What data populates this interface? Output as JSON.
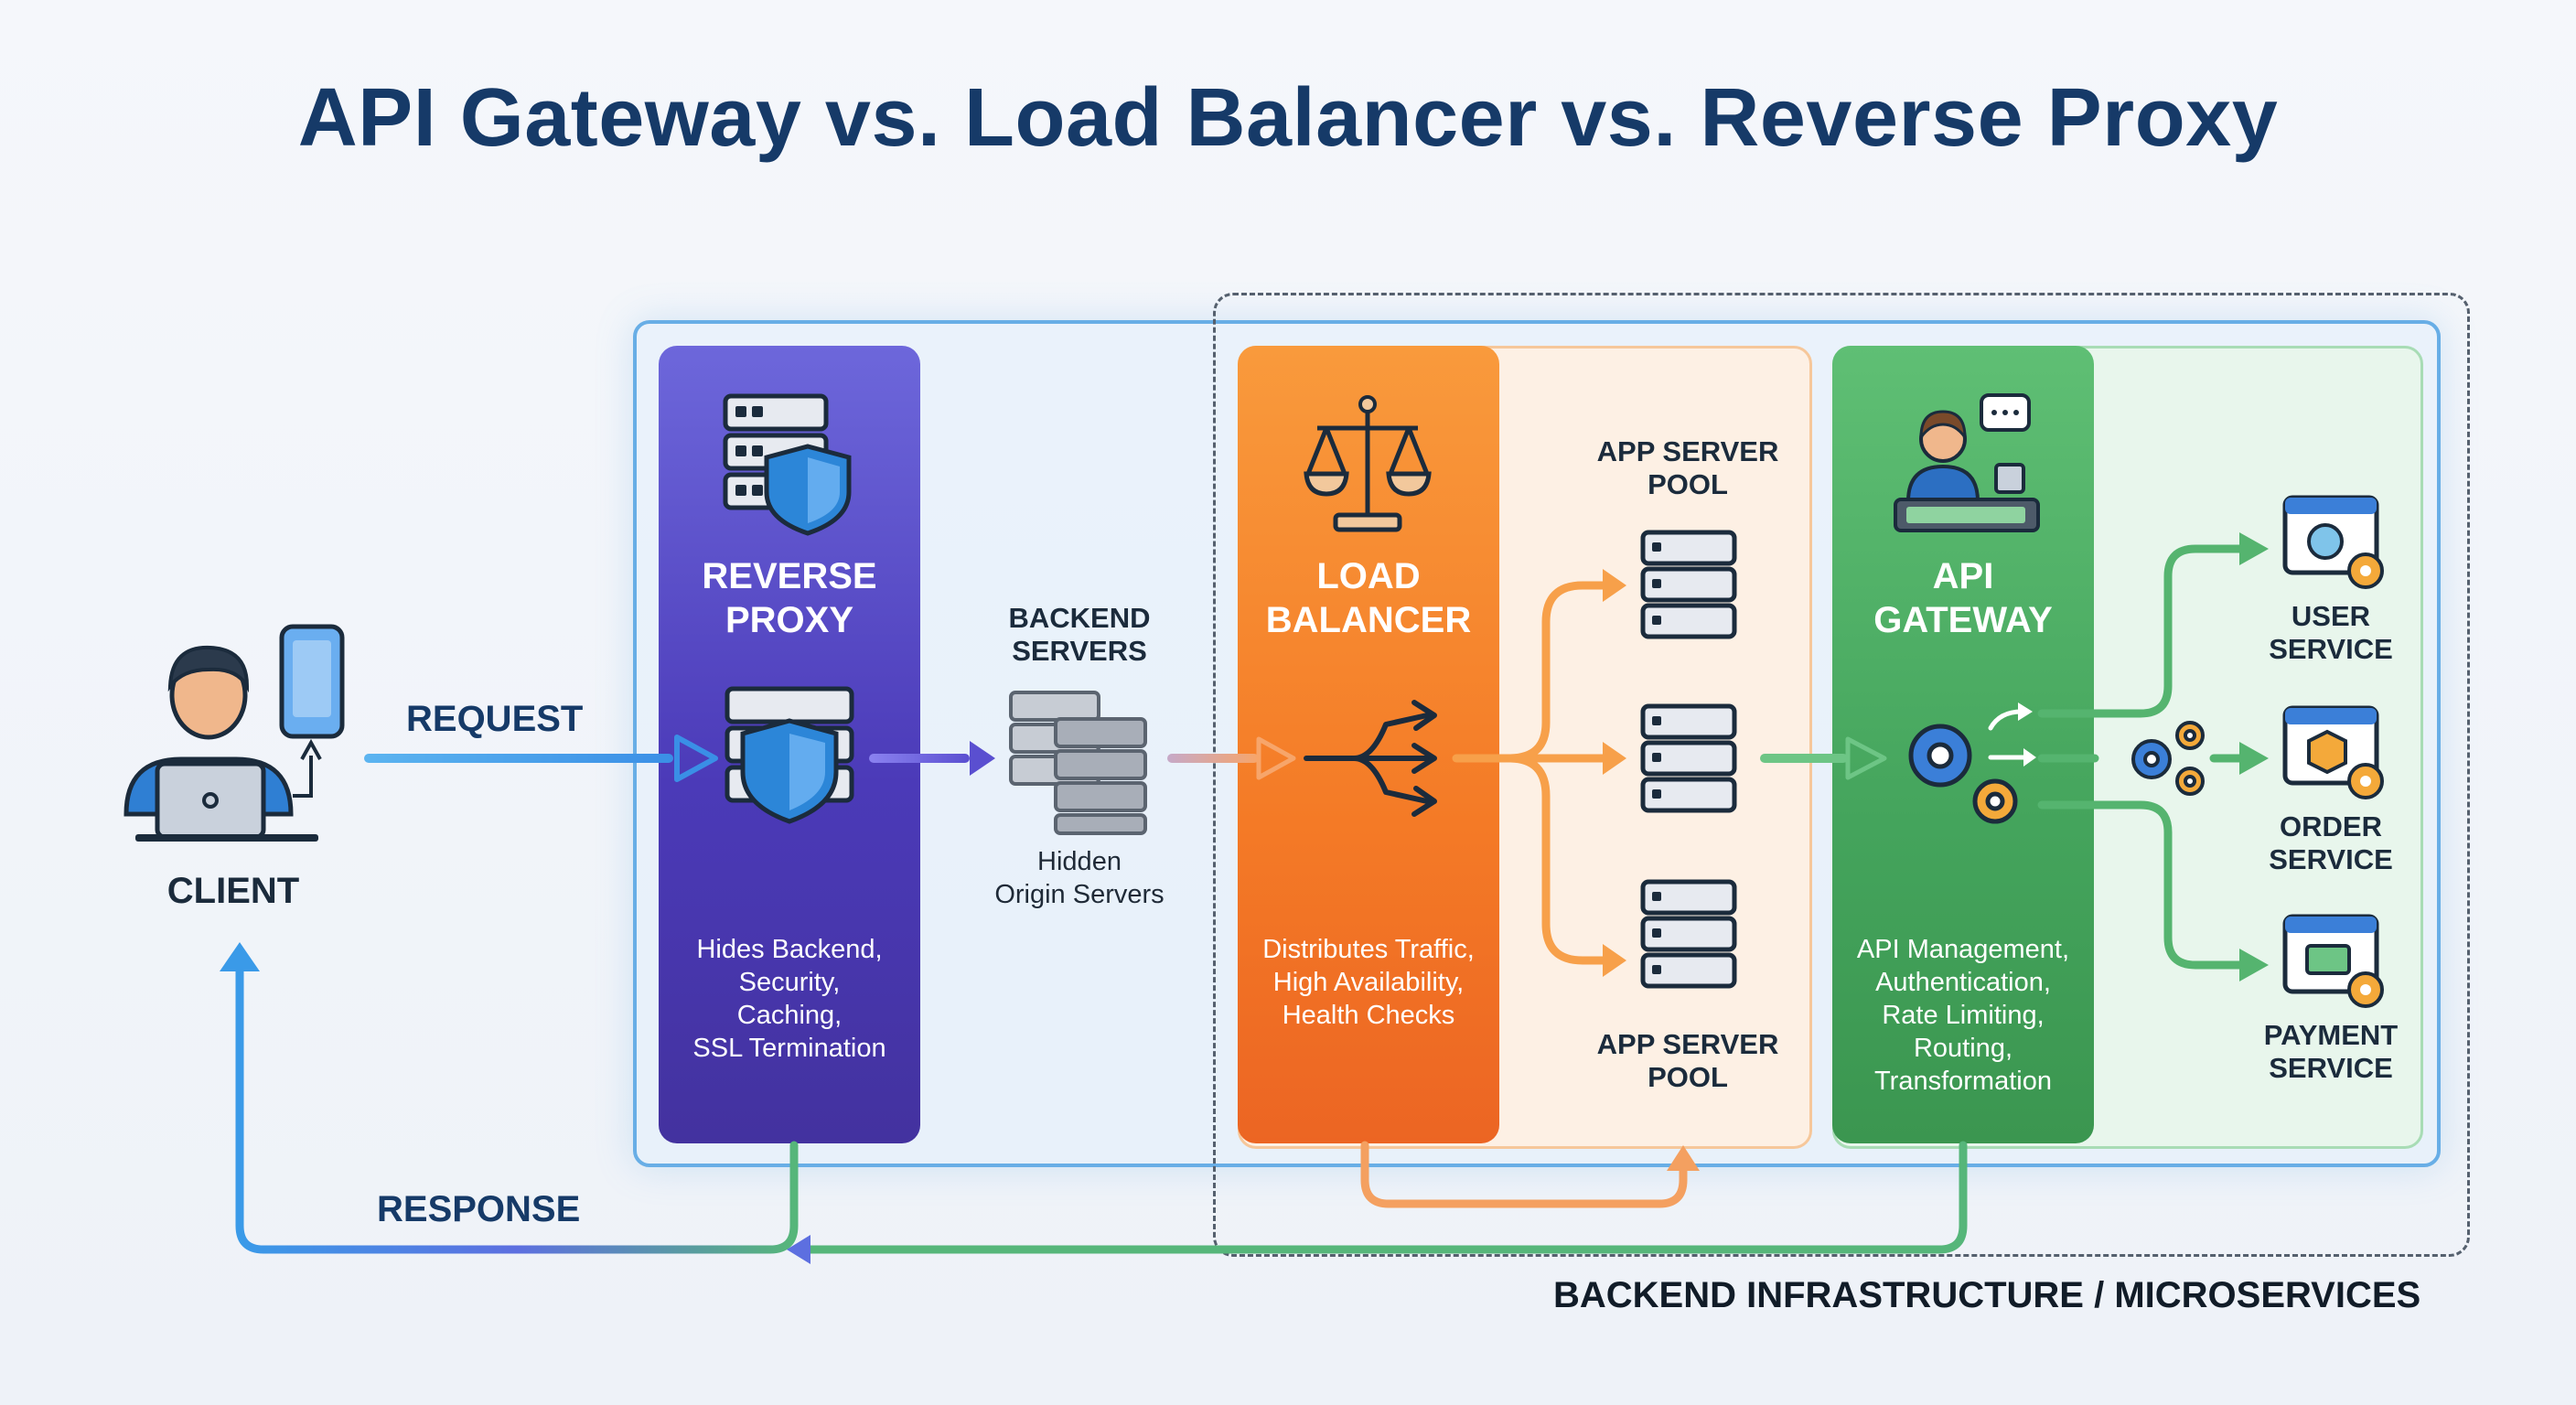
{
  "title": "API Gateway vs. Load Balancer vs. Reverse Proxy",
  "client": {
    "label": "CLIENT"
  },
  "request_label": "REQUEST",
  "response_label": "RESPONSE",
  "reverse_proxy": {
    "title_line1": "REVERSE",
    "title_line2": "PROXY",
    "desc": [
      "Hides Backend,",
      "Security,",
      "Caching,",
      "SSL Termination"
    ]
  },
  "backend_servers": {
    "title_line1": "BACKEND",
    "title_line2": "SERVERS",
    "caption_line1": "Hidden",
    "caption_line2": "Origin Servers"
  },
  "load_balancer": {
    "title_line1": "LOAD",
    "title_line2": "BALANCER",
    "desc": [
      "Distributes Traffic,",
      "High Availability,",
      "Health Checks"
    ]
  },
  "app_server_pool_top": {
    "line1": "APP SERVER",
    "line2": "POOL"
  },
  "app_server_pool_bottom": {
    "line1": "APP SERVER",
    "line2": "POOL"
  },
  "api_gateway": {
    "title_line1": "API",
    "title_line2": "GATEWAY",
    "desc": [
      "API Management,",
      "Authentication,",
      "Rate Limiting,",
      "Routing,",
      "Transformation"
    ]
  },
  "services": [
    {
      "line1": "USER",
      "line2": "SERVICE"
    },
    {
      "line1": "ORDER",
      "line2": "SERVICE"
    },
    {
      "line1": "PAYMENT",
      "line2": "SERVICE"
    }
  ],
  "footer_label": "BACKEND INFRASTRUCTURE / MICROSERVICES",
  "colors": {
    "title": "#163a68",
    "reverse_proxy": "#5448c8",
    "load_balancer": "#f47a26",
    "api_gateway": "#44a45c",
    "flow_blue": "#3d9be9"
  }
}
